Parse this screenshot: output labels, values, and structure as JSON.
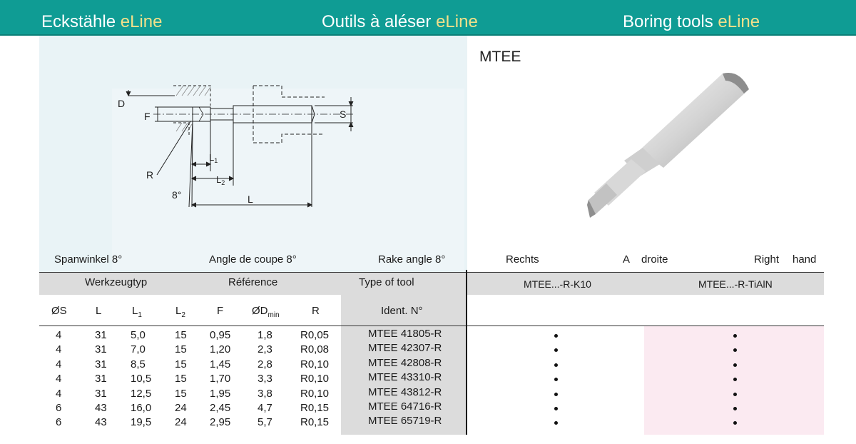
{
  "header": {
    "de": {
      "text": "Eckstähle ",
      "accent": "eLine"
    },
    "fr": {
      "text": "Outils à aléser ",
      "accent": "eLine"
    },
    "en": {
      "text": "Boring tools ",
      "accent": "eLine"
    }
  },
  "tool": {
    "name": "MTEE"
  },
  "drawing": {
    "labels": [
      "D",
      "F",
      "S",
      "R",
      "8°",
      "L1",
      "L2",
      "L"
    ]
  },
  "captions": {
    "rake_de": "Spanwinkel 8°",
    "rake_fr": "Angle de coupe 8°",
    "rake_en": "Rake angle 8°",
    "hand_de": "Rechts",
    "hand_fr_a": "A",
    "hand_fr_b": "droite",
    "hand_en_a": "Right",
    "hand_en_b": "hand"
  },
  "table_header": {
    "werkzeugtyp": "Werkzeugtyp",
    "reference": "Référence",
    "type_of_tool": "Type of tool",
    "grade_k10": "MTEE...-R-K10",
    "grade_tialn": "MTEE...-R-TiAlN"
  },
  "columns": {
    "s": "ØS",
    "l": "L",
    "l1": "L",
    "l1_sub": "1",
    "l2": "L",
    "l2_sub": "2",
    "f": "F",
    "dmin": "ØD",
    "dmin_sub": "min",
    "r": "R",
    "ident": "Ident. N°"
  },
  "rows": [
    {
      "s": "4",
      "l": "31",
      "l1": "5,0",
      "l2": "15",
      "f": "0,95",
      "dmin": "1,8",
      "r": "R0,05",
      "ident": "MTEE 41805-R",
      "k10": true,
      "tialn": true
    },
    {
      "s": "4",
      "l": "31",
      "l1": "7,0",
      "l2": "15",
      "f": "1,20",
      "dmin": "2,3",
      "r": "R0,08",
      "ident": "MTEE 42307-R",
      "k10": true,
      "tialn": true
    },
    {
      "s": "4",
      "l": "31",
      "l1": "8,5",
      "l2": "15",
      "f": "1,45",
      "dmin": "2,8",
      "r": "R0,10",
      "ident": "MTEE 42808-R",
      "k10": true,
      "tialn": true
    },
    {
      "s": "4",
      "l": "31",
      "l1": "10,5",
      "l2": "15",
      "f": "1,70",
      "dmin": "3,3",
      "r": "R0,10",
      "ident": "MTEE 43310-R",
      "k10": true,
      "tialn": true
    },
    {
      "s": "4",
      "l": "31",
      "l1": "12,5",
      "l2": "15",
      "f": "1,95",
      "dmin": "3,8",
      "r": "R0,10",
      "ident": "MTEE 43812-R",
      "k10": true,
      "tialn": true
    },
    {
      "s": "6",
      "l": "43",
      "l1": "16,0",
      "l2": "24",
      "f": "2,45",
      "dmin": "4,7",
      "r": "R0,15",
      "ident": "MTEE 64716-R",
      "k10": true,
      "tialn": true
    },
    {
      "s": "6",
      "l": "43",
      "l1": "19,5",
      "l2": "24",
      "f": "2,95",
      "dmin": "5,7",
      "r": "R0,15",
      "ident": "MTEE 65719-R",
      "k10": true,
      "tialn": true
    }
  ],
  "colors": {
    "header": "#0f9c94",
    "accent": "#f2e08a",
    "drawing_bg": "#e9f3f6",
    "grey": "#dcdcdc",
    "pink": "#fbeaf1"
  }
}
